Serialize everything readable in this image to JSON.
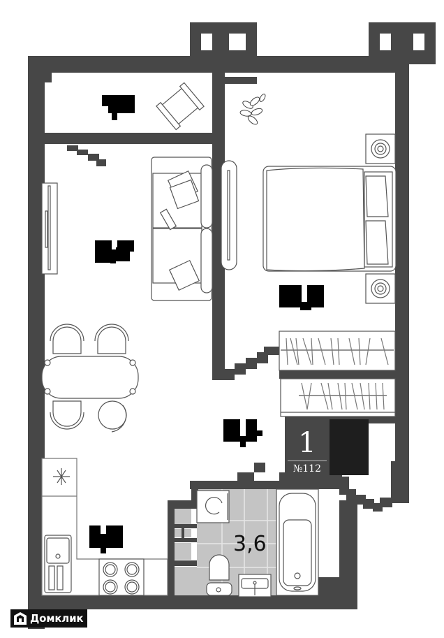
{
  "plan": {
    "apartment": {
      "rooms_count": "1",
      "number_label": "№112"
    },
    "rooms": [
      {
        "id": "balcony",
        "area": "",
        "redacted": true
      },
      {
        "id": "living-kitchen",
        "area": "",
        "redacted": true
      },
      {
        "id": "bedroom",
        "area": "",
        "redacted": true
      },
      {
        "id": "hallway",
        "area": "",
        "redacted": true
      },
      {
        "id": "kitchen-corner",
        "area": "",
        "redacted": true
      },
      {
        "id": "bathroom",
        "area": "3,6",
        "redacted": false
      }
    ],
    "furniture_icons": [
      "armchair-icon",
      "plant-icon",
      "sofa-icon",
      "tv-stand-icon",
      "bed-icon",
      "nightstand-lamp-icon",
      "wardrobe-icon",
      "dining-table-icon",
      "chair-icon",
      "fridge-icon",
      "sink-icon",
      "stove-icon",
      "washing-machine-icon",
      "toilet-icon",
      "washbasin-icon",
      "bathtub-icon"
    ],
    "colors": {
      "wall": "#474747",
      "tile": "#c4c4c4",
      "badge": "#474747",
      "badge_dark": "#1e1e1e"
    }
  },
  "brand": {
    "name": "Домклик"
  }
}
